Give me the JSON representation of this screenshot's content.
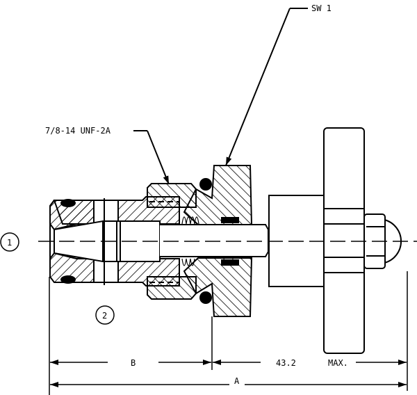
{
  "labels": {
    "part_ref": "SW 1",
    "thread_spec": "7/8-14 UNF-2A",
    "balloon_1": "1",
    "balloon_2": "2"
  },
  "dimensions": {
    "dim_b": "B",
    "dim_max_value": "43.2",
    "dim_max_label": "MAX.",
    "dim_a": "A"
  },
  "colors": {
    "line": "#000000",
    "background": "#ffffff"
  }
}
